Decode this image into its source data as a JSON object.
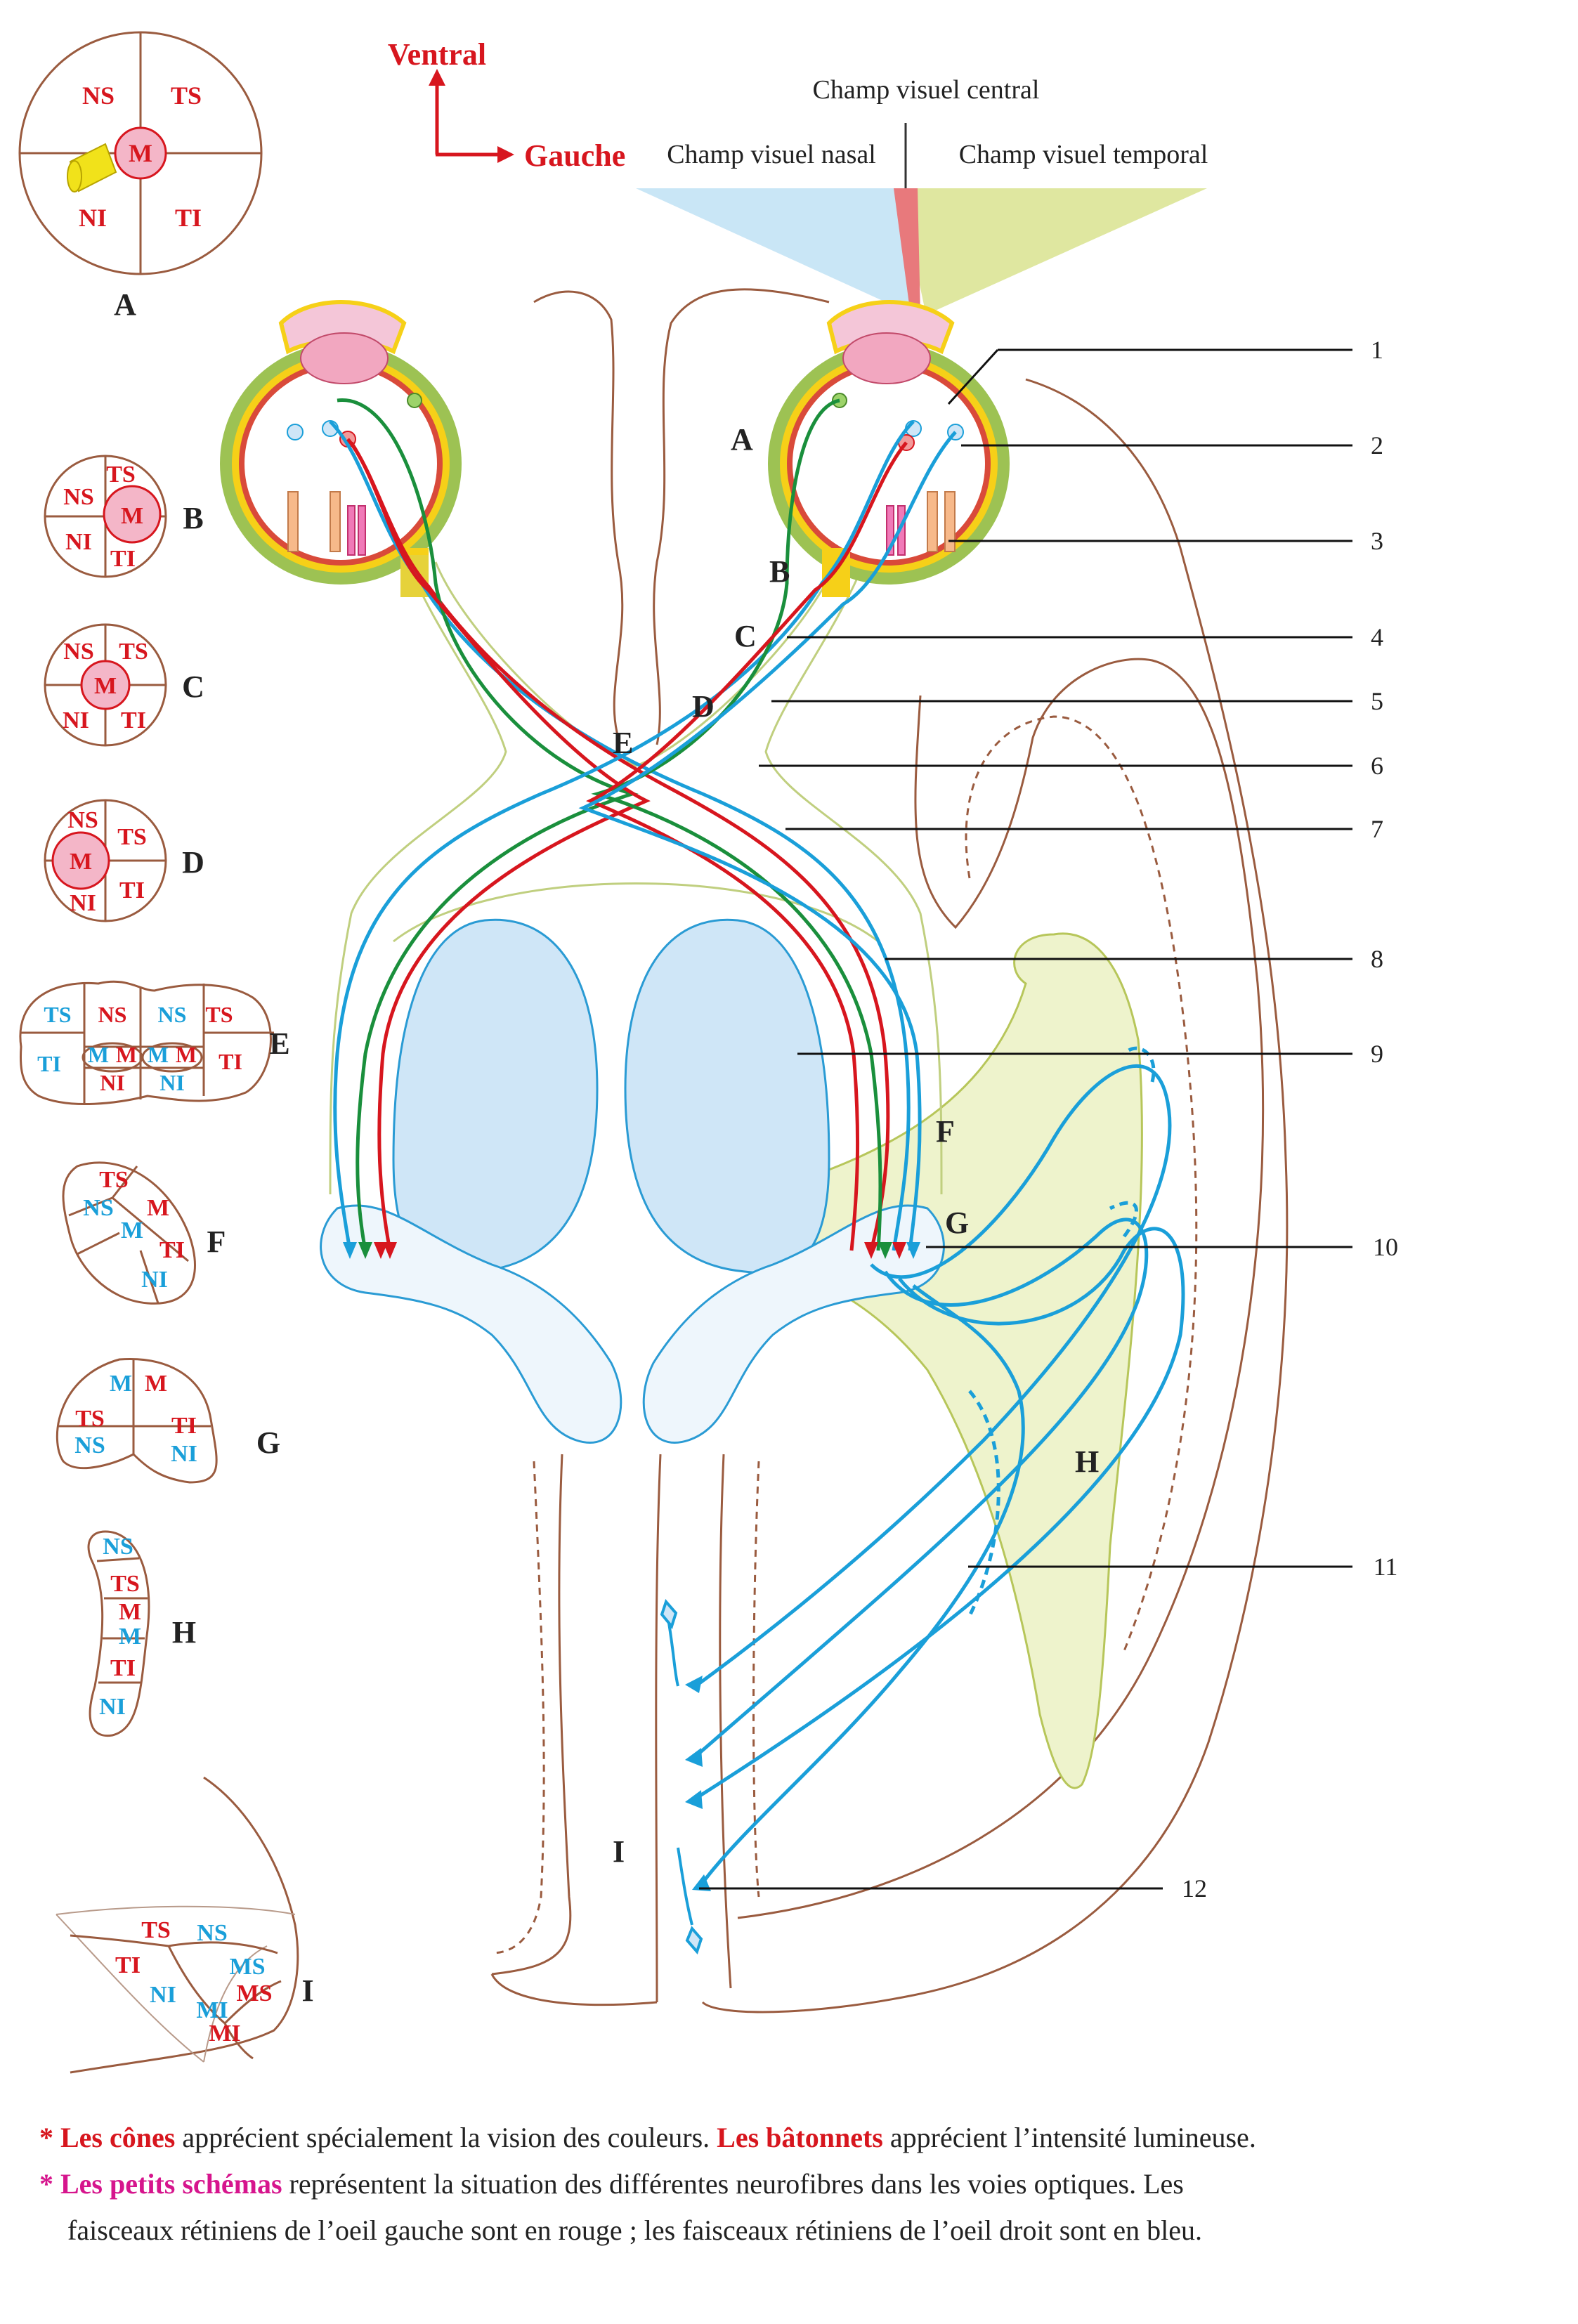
{
  "orientation": {
    "ventral": "Ventral",
    "gauche": "Gauche"
  },
  "visual_field": {
    "central": "Champ visuel central",
    "nasal": "Champ visuel nasal",
    "temporal": "Champ visuel temporal"
  },
  "colors": {
    "left_eye_fibers": "#d7161e",
    "right_eye_fibers": "#1a9fd9",
    "macular_fibers": "#1a8f3c",
    "field_pink": "#f4b6c8",
    "lgn_fill": "#cfe6f7",
    "pathway_outline": "#9a5b3f"
  },
  "diagram_labels": {
    "A": "A",
    "B": "B",
    "C": "C",
    "D": "D",
    "E": "E",
    "F": "F",
    "G": "G",
    "H": "H",
    "I": "I"
  },
  "callouts": [
    "1",
    "2",
    "3",
    "4",
    "5",
    "6",
    "7",
    "8",
    "9",
    "10",
    "11",
    "12"
  ],
  "small_schemas": {
    "A": {
      "letter": "A",
      "quadrants": [
        "NS",
        "TS",
        "NI",
        "TI"
      ],
      "macula": "M"
    },
    "B": {
      "letter": "B",
      "regions": [
        "NS",
        "TS",
        "NI",
        "TI"
      ],
      "macula": "M"
    },
    "C": {
      "letter": "C",
      "regions": [
        "NS",
        "TS",
        "NI",
        "TI"
      ],
      "macula": "M"
    },
    "D": {
      "letter": "D",
      "regions": [
        "NS",
        "TS",
        "NI",
        "TI"
      ],
      "macula": "M"
    },
    "E": {
      "letter": "E",
      "left": [
        "TS",
        "NS",
        "TI",
        "M",
        "M",
        "NI"
      ],
      "right": [
        "NS",
        "TS",
        "M",
        "M",
        "NI",
        "TI"
      ]
    },
    "F": {
      "letter": "F",
      "regions": [
        "TS",
        "NS",
        "M",
        "M",
        "TI",
        "NI"
      ]
    },
    "G": {
      "letter": "G",
      "regions": [
        "M",
        "M",
        "TS",
        "NS",
        "TI",
        "NI"
      ]
    },
    "H": {
      "letter": "H",
      "regions": [
        "NS",
        "TS",
        "M",
        "M",
        "TI",
        "NI"
      ]
    },
    "I": {
      "letter": "I",
      "regions": [
        "TS",
        "NS",
        "TI",
        "NI",
        "MS",
        "MS",
        "MI",
        "MI"
      ]
    }
  },
  "notes": {
    "bullet": "*",
    "line1_em": "Les cônes",
    "line1_a": " apprécient spécialement la vision des couleurs. ",
    "line1_em2": "Les bâtonnets",
    "line1_b": " apprécient l’intensité lumineuse.",
    "line2_em": "Les petits schémas",
    "line2_a": " représentent la situation des différentes neurofibres dans les voies optiques. Les",
    "line3": "faisceaux rétiniens de l’oeil gauche sont en rouge ; les faisceaux rétiniens de l’oeil droit sont en bleu."
  }
}
